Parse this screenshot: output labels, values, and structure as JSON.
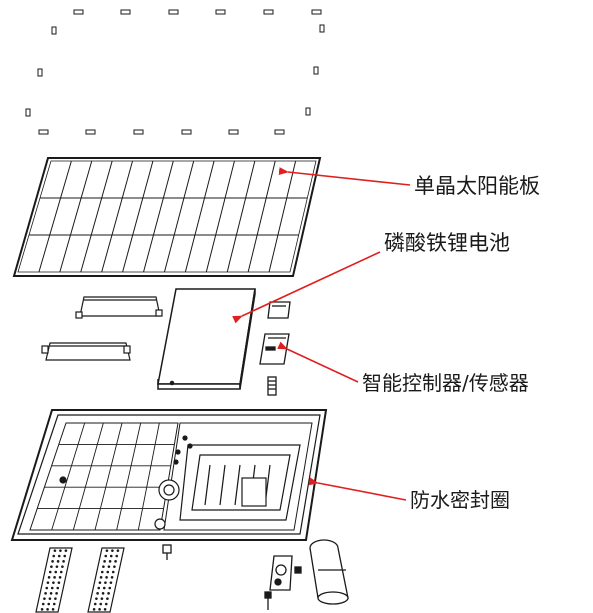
{
  "labels": {
    "solar_panel": "单晶太阳能板",
    "battery": "磷酸铁锂电池",
    "controller": "智能控制器/传感器",
    "seal_ring": "防水密封圈"
  },
  "colors": {
    "leader_line": "#e02020",
    "drawing_stroke": "#1a1a1a",
    "background": "#ffffff"
  },
  "parts": [
    "mounting-clips",
    "solar-panel",
    "battery-pack",
    "controller-module",
    "bracket-plates",
    "housing-with-seal",
    "led-strips",
    "pole-mount-bracket"
  ]
}
